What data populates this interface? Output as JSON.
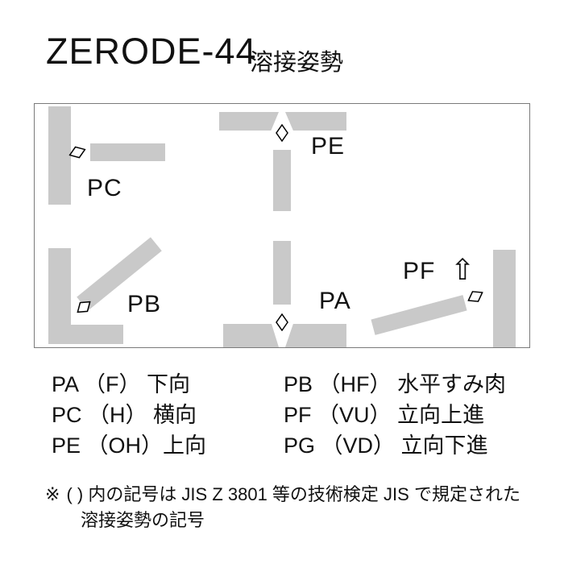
{
  "title": {
    "product": "ZERODE-44",
    "subtitle": "溶接姿勢"
  },
  "diagram": {
    "plate_color": "#c9c9c9",
    "outline_color": "#7a7a7a",
    "positions": {
      "pc": {
        "label": "PC"
      },
      "pe": {
        "label": "PE"
      },
      "pb": {
        "label": "PB"
      },
      "pa": {
        "label": "PA"
      },
      "pf": {
        "label": "PF",
        "arrow": "⇧"
      }
    }
  },
  "legend": {
    "columns": [
      {
        "items": [
          "PA （F） 下向",
          "PC （H） 横向",
          "PE （OH）上向"
        ]
      },
      {
        "items": [
          "PB （HF） 水平すみ肉",
          "PF （VU） 立向上進",
          "PG （VD） 立向下進"
        ]
      }
    ]
  },
  "footnote": {
    "marker": "※",
    "line1": "( ) 内の記号は JIS Z 3801 等の技術検定 JIS で規定された",
    "line2": "溶接姿勢の記号"
  }
}
